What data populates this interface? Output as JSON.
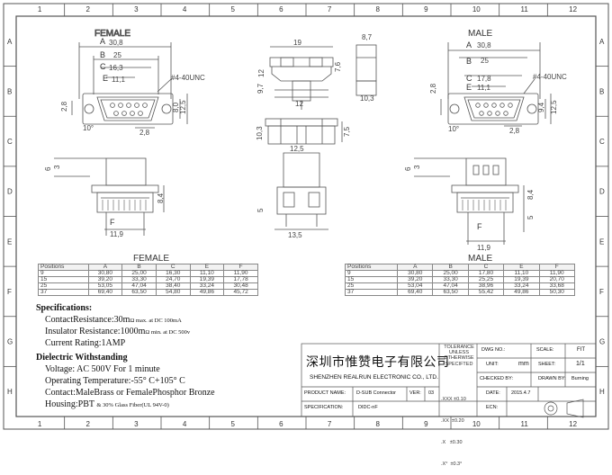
{
  "frame": {
    "cols": [
      "1",
      "2",
      "3",
      "4",
      "5",
      "6",
      "7",
      "8",
      "9",
      "10",
      "11",
      "12"
    ],
    "rows": [
      "A",
      "B",
      "C",
      "D",
      "E",
      "F",
      "G",
      "H"
    ]
  },
  "views": {
    "female_title": "FEMALE",
    "male_title": "MALE",
    "female_table_title": "FEMALE",
    "male_table_title": "MALE"
  },
  "dims": {
    "A_label": "A",
    "A_val": "30,8",
    "B_label": "B",
    "B_val": "25",
    "C_label": "C",
    "C_val_f": "16,3",
    "C_val_m": "17,8",
    "E_label": "E",
    "E_val": "11,1",
    "unc": "#4-40UNC",
    "d28": "2,8",
    "d80": "8,0",
    "d125": "12,5",
    "d10": "10°",
    "d94": "9,4",
    "d10m": "10°",
    "d19": "19",
    "d87": "8,7",
    "d12": "12",
    "d97": "9,7",
    "d76": "7,6",
    "d103": "10,3",
    "d103b": "10,3",
    "d75": "7,5",
    "d125b": "12,5",
    "d135": "13,5",
    "d5": "5",
    "d6": "6",
    "d3": "3",
    "d84": "8,4",
    "F_label": "F",
    "d119": "11,9",
    "d5m": "5",
    "d6m": "6",
    "d3m": "3",
    "d84m": "8,4",
    "F_label_m": "F",
    "d119m": "11,9",
    "d12m": "12",
    "d28m": "2,8"
  },
  "female_table": {
    "headers": [
      "Positions",
      "A",
      "B",
      "C",
      "E",
      "F"
    ],
    "rows": [
      [
        "9",
        "30,80",
        "25,00",
        "16,30",
        "11,10",
        "11,90"
      ],
      [
        "15",
        "39,20",
        "33,30",
        "24,70",
        "19,39",
        "17,78"
      ],
      [
        "25",
        "53,05",
        "47,04",
        "38,40",
        "33,24",
        "30,48"
      ],
      [
        "37",
        "69,40",
        "63,50",
        "54,80",
        "49,86",
        "45,72"
      ]
    ]
  },
  "male_table": {
    "headers": [
      "Positions",
      "A",
      "B",
      "C",
      "E",
      "F"
    ],
    "rows": [
      [
        "9",
        "30,80",
        "25,00",
        "17,80",
        "11,10",
        "11,90"
      ],
      [
        "15",
        "39,20",
        "33,30",
        "25,25",
        "19,39",
        "20,70"
      ],
      [
        "25",
        "53,04",
        "47,04",
        "38,96",
        "33,24",
        "33,68"
      ],
      [
        "37",
        "69,40",
        "63,50",
        "55,42",
        "49,86",
        "50,30"
      ]
    ]
  },
  "specs": {
    "title": "Specifications:",
    "contact_res": "ContactResistance:30m",
    "contact_res_small": "Ω max. at DC 100mA",
    "insul_res": "Insulator Resistance:1000m",
    "insul_res_small": "Ω min. at DC 500v",
    "current": "Current Rating:1AMP",
    "diel_title": "Dielectric Withstanding",
    "voltage": "Voltage: AC 500V For 1 minute",
    "temp": "Operating Temperature:-55° C+105° C",
    "contact_mat": "Contact:MaleBrass or FemalePhosphor Bronze",
    "housing": "Housing:PBT",
    "housing_small": "& 30% Glass Fiber(UL 94V-0)"
  },
  "title_block": {
    "company_cn": "深圳市惟赞电子有限公司",
    "company_en": "SHENZHEN REALRUN ELECTRONIC CO., LTD.",
    "tol_1": "TOLERANCE",
    "tol_2": "UNLESS",
    "tol_3": "OTHERWISE",
    "tol_4": "SPECIFTED",
    "tol_a": ".XXX ±0.10",
    "tol_b": ".XX  ±0.20",
    "tol_c": ".X   ±0.30",
    "tol_d": ".X°  ±0.3°",
    "dwg_no": "DWG NO.:",
    "scale": "SCALE:",
    "scale_val": "FIT",
    "unit": "UNIT:",
    "unit_val": "mm",
    "sheet": "SHEET:",
    "sheet_val": "1/1",
    "checked": "CHECKED BY:",
    "drawn": "DRAWN BY:",
    "drawn_val": "Burning",
    "product_name": "PRODUCT NAME:",
    "product_val": "D-SUB Connector",
    "ver": "VER:",
    "ver_val": "03",
    "date": "DATE:",
    "date_val": "2015.4.7",
    "spec_label": "SPECIFICATION:",
    "spec_val": "DIDC-nF",
    "ecn": "ECN:"
  }
}
